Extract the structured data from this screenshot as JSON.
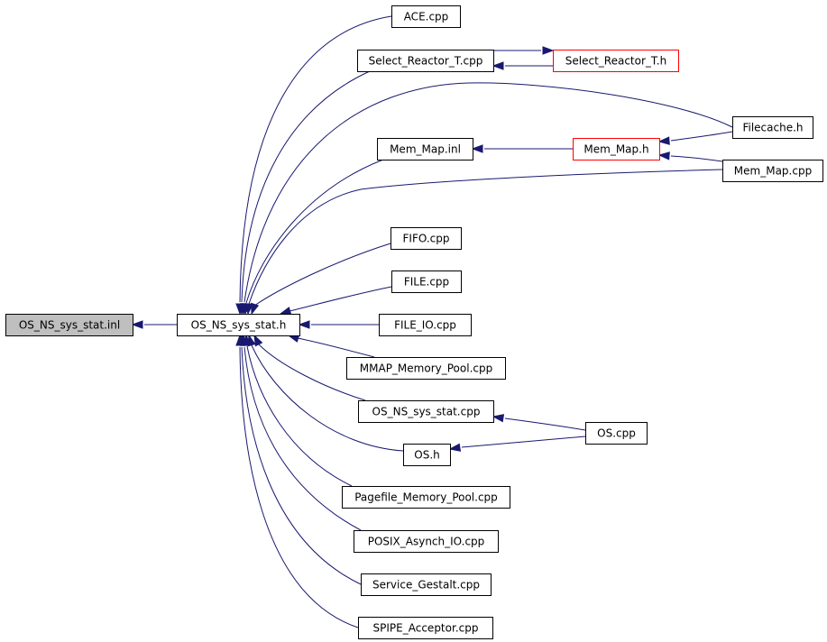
{
  "graph": {
    "edge_color": "#191970",
    "root_fill": "#bfbfbf",
    "highlight_border_color": "#ff0000",
    "nodes": [
      {
        "id": "os_ns_sys_stat_inl",
        "label": "OS_NS_sys_stat.inl",
        "style": "root"
      },
      {
        "id": "os_ns_sys_stat_h",
        "label": "OS_NS_sys_stat.h",
        "style": "normal"
      },
      {
        "id": "ace_cpp",
        "label": "ACE.cpp",
        "style": "normal"
      },
      {
        "id": "select_reactor_t_cpp",
        "label": "Select_Reactor_T.cpp",
        "style": "normal"
      },
      {
        "id": "select_reactor_t_h",
        "label": "Select_Reactor_T.h",
        "style": "red"
      },
      {
        "id": "filecache_h",
        "label": "Filecache.h",
        "style": "normal"
      },
      {
        "id": "mem_map_inl",
        "label": "Mem_Map.inl",
        "style": "normal"
      },
      {
        "id": "mem_map_h",
        "label": "Mem_Map.h",
        "style": "red"
      },
      {
        "id": "mem_map_cpp",
        "label": "Mem_Map.cpp",
        "style": "normal"
      },
      {
        "id": "fifo_cpp",
        "label": "FIFO.cpp",
        "style": "normal"
      },
      {
        "id": "file_cpp",
        "label": "FILE.cpp",
        "style": "normal"
      },
      {
        "id": "file_io_cpp",
        "label": "FILE_IO.cpp",
        "style": "normal"
      },
      {
        "id": "mmap_memory_pool_cpp",
        "label": "MMAP_Memory_Pool.cpp",
        "style": "normal"
      },
      {
        "id": "os_ns_sys_stat_cpp",
        "label": "OS_NS_sys_stat.cpp",
        "style": "normal"
      },
      {
        "id": "os_cpp",
        "label": "OS.cpp",
        "style": "normal"
      },
      {
        "id": "os_h",
        "label": "OS.h",
        "style": "normal"
      },
      {
        "id": "pagefile_memory_pool_cpp",
        "label": "Pagefile_Memory_Pool.cpp",
        "style": "normal"
      },
      {
        "id": "posix_asynch_io_cpp",
        "label": "POSIX_Asynch_IO.cpp",
        "style": "normal"
      },
      {
        "id": "service_gestalt_cpp",
        "label": "Service_Gestalt.cpp",
        "style": "normal"
      },
      {
        "id": "spipe_acceptor_cpp",
        "label": "SPIPE_Acceptor.cpp",
        "style": "normal"
      }
    ],
    "edges": [
      {
        "from": "os_ns_sys_stat_h",
        "to": "os_ns_sys_stat_inl"
      },
      {
        "from": "ace_cpp",
        "to": "os_ns_sys_stat_h"
      },
      {
        "from": "select_reactor_t_cpp",
        "to": "os_ns_sys_stat_h"
      },
      {
        "from": "filecache_h",
        "to": "os_ns_sys_stat_h"
      },
      {
        "from": "mem_map_inl",
        "to": "os_ns_sys_stat_h"
      },
      {
        "from": "mem_map_cpp",
        "to": "os_ns_sys_stat_h"
      },
      {
        "from": "fifo_cpp",
        "to": "os_ns_sys_stat_h"
      },
      {
        "from": "file_cpp",
        "to": "os_ns_sys_stat_h"
      },
      {
        "from": "file_io_cpp",
        "to": "os_ns_sys_stat_h"
      },
      {
        "from": "mmap_memory_pool_cpp",
        "to": "os_ns_sys_stat_h"
      },
      {
        "from": "os_ns_sys_stat_cpp",
        "to": "os_ns_sys_stat_h"
      },
      {
        "from": "os_h",
        "to": "os_ns_sys_stat_h"
      },
      {
        "from": "pagefile_memory_pool_cpp",
        "to": "os_ns_sys_stat_h"
      },
      {
        "from": "posix_asynch_io_cpp",
        "to": "os_ns_sys_stat_h"
      },
      {
        "from": "service_gestalt_cpp",
        "to": "os_ns_sys_stat_h"
      },
      {
        "from": "spipe_acceptor_cpp",
        "to": "os_ns_sys_stat_h"
      },
      {
        "from": "select_reactor_t_h",
        "to": "select_reactor_t_cpp"
      },
      {
        "from": "select_reactor_t_cpp",
        "to": "select_reactor_t_h"
      },
      {
        "from": "mem_map_h",
        "to": "mem_map_inl"
      },
      {
        "from": "filecache_h",
        "to": "mem_map_h"
      },
      {
        "from": "mem_map_cpp",
        "to": "mem_map_h"
      },
      {
        "from": "os_cpp",
        "to": "os_ns_sys_stat_cpp"
      },
      {
        "from": "os_cpp",
        "to": "os_h"
      }
    ]
  }
}
